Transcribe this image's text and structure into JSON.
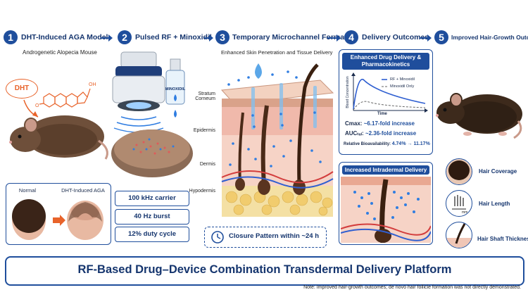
{
  "steps": [
    {
      "num": "1",
      "title": "DHT-Induced AGA Model"
    },
    {
      "num": "2",
      "title": "Pulsed RF + Minoxidil"
    },
    {
      "num": "3",
      "title": "Temporary Microchannel Formation"
    },
    {
      "num": "4",
      "title": "Delivery Outcomes"
    },
    {
      "num": "5",
      "title": "Improved Hair-Growth Outcomes"
    }
  ],
  "step1": {
    "subtitle": "Androgenetic Alopecia Mouse",
    "dht_label": "DHT",
    "compare_normal": "Normal",
    "compare_aga": "DHT-Induced AGA"
  },
  "step2": {
    "bottle_label": "MINOXIDIL",
    "params": [
      "100 kHz carrier",
      "40 Hz burst",
      "12% duty cycle"
    ]
  },
  "step3": {
    "subtitle": "Enhanced Skin Penetration and Tissue Delivery",
    "layers": [
      "Stratum Corneum",
      "Epidermis",
      "Dermis",
      "Hypodermis"
    ],
    "closure": "Closure Pattern within ~24 h"
  },
  "step4": {
    "pk_title": "Enhanced Drug Delivery & Pharmacokinetics",
    "y_axis": "Blood Concentration",
    "x_axis": "Time",
    "legend_rf": "RF + Minoxidil",
    "legend_only": "Minoxidil Only",
    "cmax_label": "Cmax",
    "cmax_value": "~6.17-fold increase",
    "auc_label": "AUCₜₐₗ",
    "auc_value": "~2.36-fold increase",
    "bio_label": "Relative Bioavailability:",
    "bio_value": "4.74% → 11.17%",
    "intradermal_title": "Increased Intradermal Delivery"
  },
  "step5": {
    "outcomes": [
      "Hair Coverage",
      "Hair Length",
      "Hair Shaft Thickness"
    ],
    "mm_label": "mm"
  },
  "banner": "RF-Based Drug–Device Combination Transdermal Delivery Platform",
  "note": "Note: Improved hair-growth outcomes; de novo hair follicle formation was not directly demonstrated.",
  "colors": {
    "primary": "#1f4e9c",
    "accent": "#e8632a"
  }
}
